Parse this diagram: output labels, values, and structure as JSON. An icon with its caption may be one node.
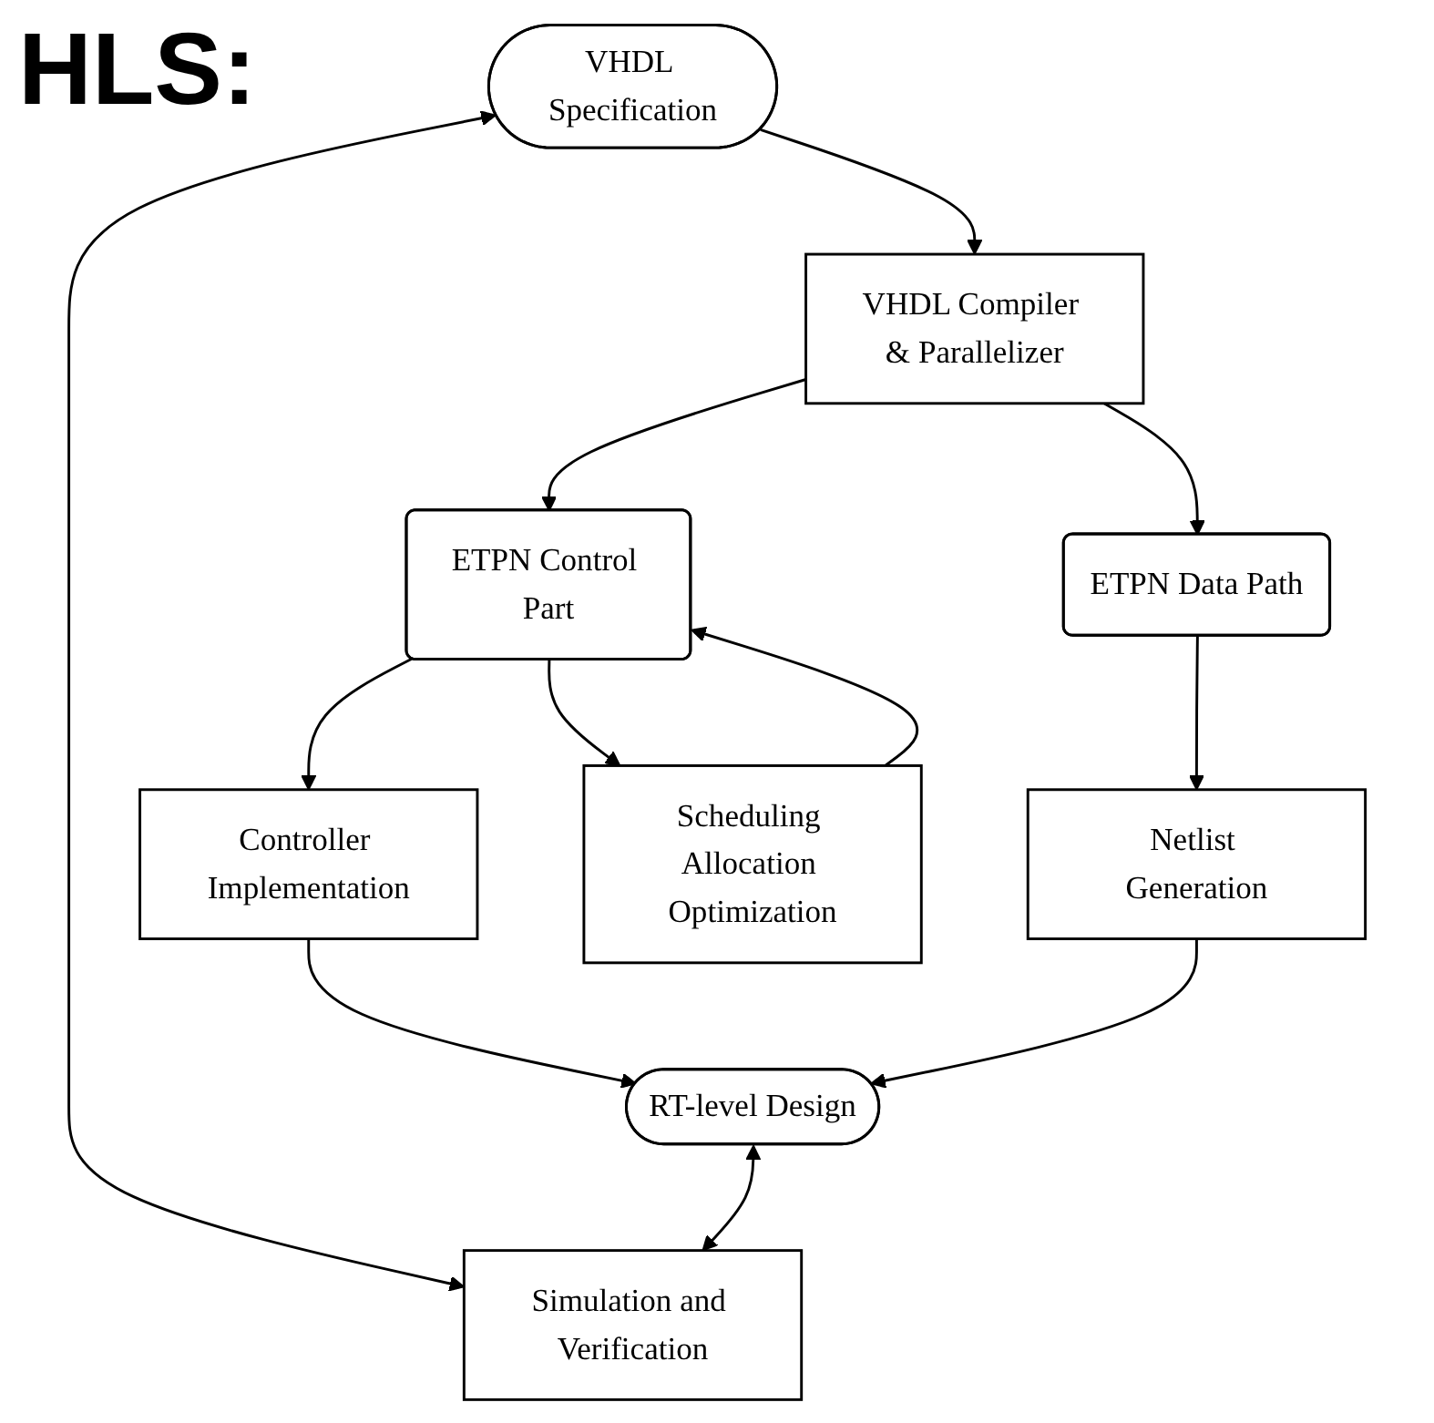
{
  "diagram": {
    "title": "HLS:",
    "nodes": [
      {
        "text": [
          "VHDL Specification"
        ]
      },
      {
        "text": [
          "VHDL Compiler & Parallelizer"
        ]
      },
      {
        "text": [
          "Scheduling Allocation Optimization"
        ]
      },
      {
        "text": [
          "ETPN Control Part"
        ]
      },
      {
        "text": [
          "ETPN Data Path"
        ]
      },
      {
        "text": [
          "Simulation and Verification"
        ]
      },
      {
        "text": [
          "Controller Implementation"
        ]
      },
      {
        "text": [
          "Netlist Generation"
        ]
      },
      {
        "text": [
          "RT-level Design"
        ]
      }
    ],
    "edges": [
      {
        "from": 0,
        "to": 1,
        "arrow": "to"
      },
      {
        "from": 1,
        "to": 3,
        "arrow": "to"
      },
      {
        "from": 1,
        "to": 4,
        "arrow": "to"
      },
      {
        "from": 2,
        "to": 3,
        "arrow": "to"
      },
      {
        "from": 3,
        "to": 2,
        "arrow": "to"
      },
      {
        "from": 0,
        "to": 5,
        "arrow": "both"
      },
      {
        "from": 3,
        "to": 6,
        "arrow": "to"
      },
      {
        "from": 4,
        "to": 7,
        "arrow": "to"
      },
      {
        "from": 6,
        "to": 8,
        "arrow": "to"
      },
      {
        "from": 7,
        "to": 8,
        "arrow": "to"
      },
      {
        "from": 8,
        "to": 5,
        "arrow": "both"
      }
    ]
  }
}
